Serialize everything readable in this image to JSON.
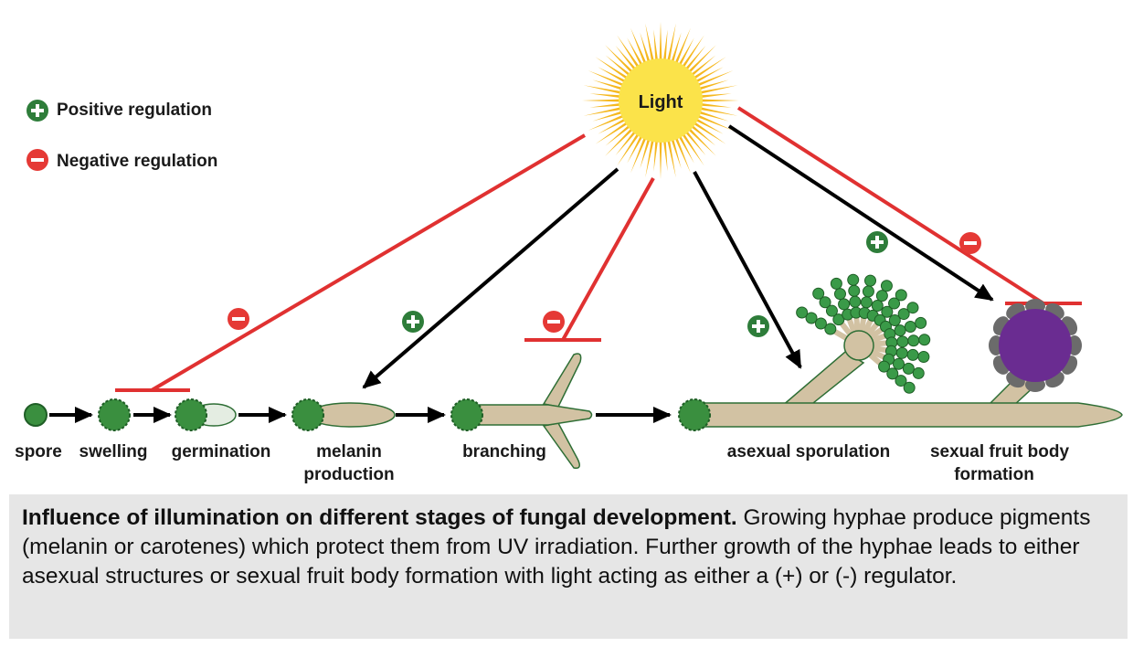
{
  "legend": {
    "positive": "Positive regulation",
    "negative": "Negative regulation"
  },
  "light_label": "Light",
  "stages": {
    "spore": "spore",
    "swelling": "swelling",
    "germination": "germination",
    "melanin_line1": "melanin",
    "melanin_line2": "production",
    "branching": "branching",
    "asexual": "asexual sporulation",
    "sexual_line1": "sexual fruit body",
    "sexual_line2": "formation"
  },
  "caption": {
    "title": "Influence of illumination on different stages of fungal development.",
    "body": " Growing hyphae produce pigments (melanin or carotenes) which protect them from UV irradiation. Further growth of the hyphae leads to either asexual structures or sexual fruit body formation with light acting as either a (+) or (-) regulator."
  },
  "colors": {
    "positive": "#2e7d3a",
    "negative": "#e53935",
    "inhibit_line": "#e03131",
    "arrow": "#000000",
    "hypha": "#d2c2a3",
    "hypha_outline": "#2e6e35",
    "spore": "#3a8f3f",
    "sun": "#fbe34a",
    "sun_rays": "#f5b820",
    "fruit_body": "#6a2c91",
    "fruit_body_cells": "#6b6b6b",
    "caption_bg": "#e6e6e6"
  }
}
